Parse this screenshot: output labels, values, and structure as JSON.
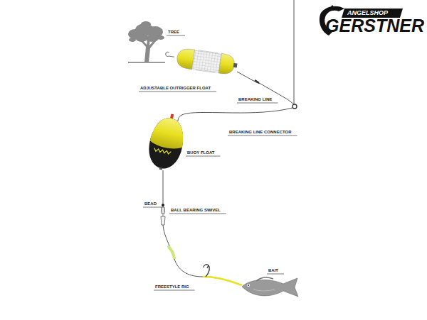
{
  "diagram": {
    "labels": [
      "ANGELSHOP",
      "GERSTNER",
      "TREE",
      "ADJUSTABLE OUTRIGGER FLOAT",
      "BREAKING LINE",
      "BREAKING LINE CONNECTOR",
      "BUOY FLOAT",
      "BEAD",
      "BALL BEARING SWIVEL",
      "FREESTYLE RIG",
      "BAIT"
    ]
  }
}
